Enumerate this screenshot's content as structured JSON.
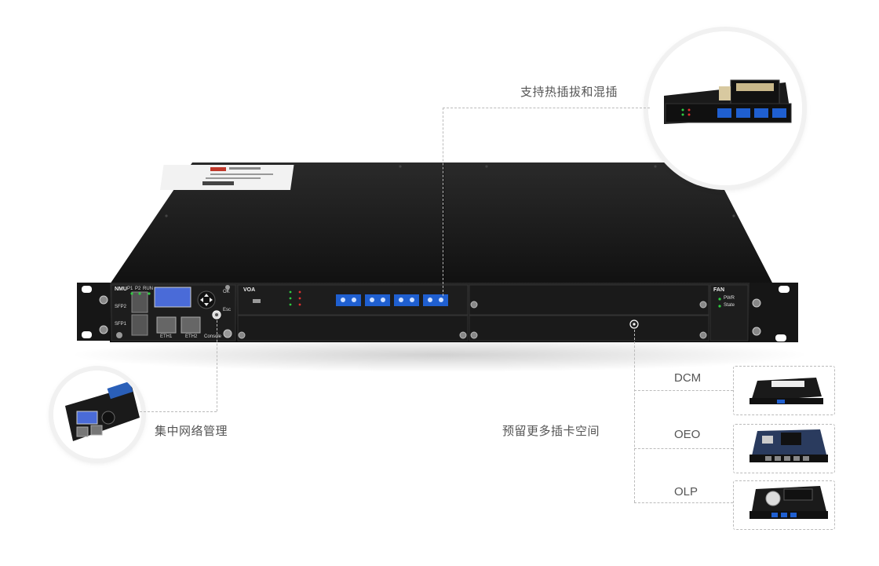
{
  "callouts": {
    "hot_swap": "支持热插拔和混插",
    "network_mgmt": "集中网络管理",
    "spare_slots": "预留更多插卡空间"
  },
  "modules": [
    {
      "label": "DCM"
    },
    {
      "label": "OEO"
    },
    {
      "label": "OLP"
    }
  ],
  "panel": {
    "nmu": "NMU",
    "sfp2": "SFP2",
    "sfp1": "SFP1",
    "eth1": "ETH1",
    "eth2": "ETH2",
    "console": "Console",
    "ok": "OK",
    "esc": "Esc",
    "p1": "P1",
    "p2": "P2",
    "run": "RUN",
    "voa": "VOA",
    "fan": "FAN",
    "pwr": "PWR",
    "state": "State"
  },
  "colors": {
    "chassis": "#141414",
    "panel": "#1c1c1c",
    "lc_connector": "#1f5fd0",
    "led_green": "#2ecc40",
    "led_red": "#e03030",
    "lcd": "#4a6bd8"
  }
}
